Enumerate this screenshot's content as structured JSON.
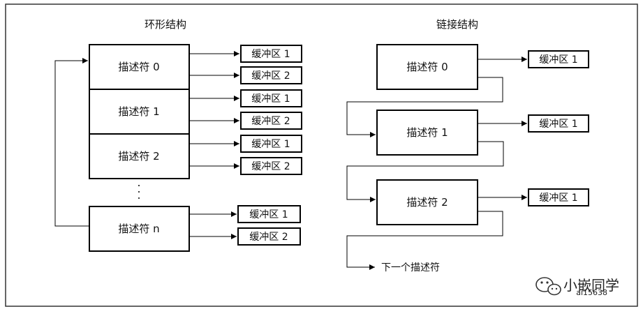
{
  "ring": {
    "title": "环形结构",
    "descriptors": [
      "描述符 0",
      "描述符 1",
      "描述符 2",
      "描述符 n"
    ],
    "buffer_1": "缓冲区 1",
    "buffer_2": "缓冲区 2"
  },
  "chain": {
    "title": "链接结构",
    "descriptors": [
      "描述符 0",
      "描述符 1",
      "描述符 2"
    ],
    "buffer_1": "缓冲区 1",
    "next": "下一个描述符"
  },
  "watermark": {
    "brand": "小嵌同学",
    "figure_code": "ai15638",
    "icon": "wechat-icon"
  }
}
